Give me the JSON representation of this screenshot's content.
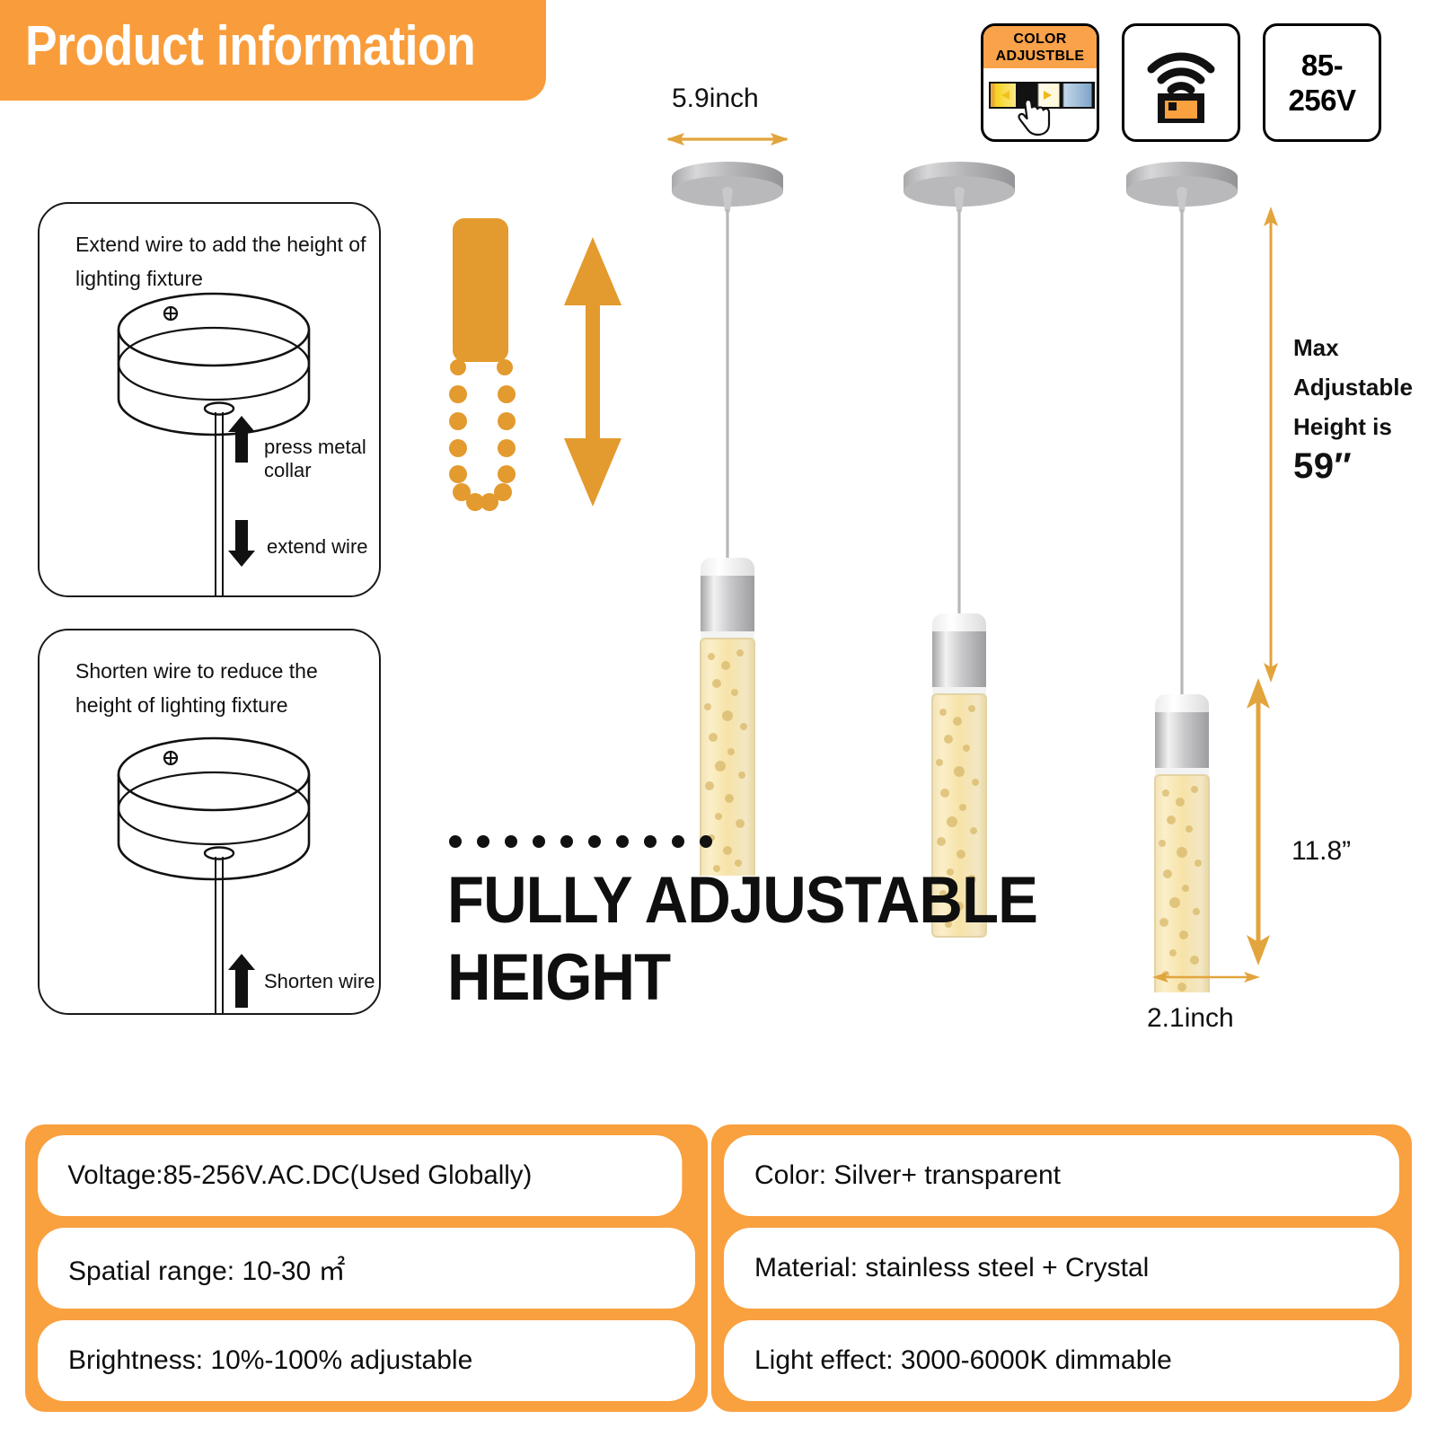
{
  "header": {
    "title": "Product information",
    "bg_color": "#F99D3C"
  },
  "badges": [
    {
      "name": "color-adjustable",
      "line1": "COLOR",
      "line2": "ADJUSTBLE"
    },
    {
      "name": "wireless-remote",
      "label": "wireless-remote-icon"
    },
    {
      "name": "voltage",
      "line1": "85-",
      "line2": "256V"
    }
  ],
  "instructions": [
    {
      "caption": "Extend wire to add the height of lighting fixture",
      "label_up": "press metal collar",
      "label_down": "extend wire"
    },
    {
      "caption": "Shorten wire to reduce the height of lighting fixture",
      "label_up": "Shorten wire"
    }
  ],
  "dimensions": {
    "canopy_width": "5.9inch",
    "max_height_line1": "Max",
    "max_height_line2": "Adjustable",
    "max_height_line3": "Height is",
    "max_height_value": "59″",
    "fixture_height": "11.8”",
    "fixture_width": "2.1inch"
  },
  "headline": {
    "line1": "FULLY ADJUSTABLE",
    "line2": "HEIGHT",
    "dot_count": 10
  },
  "specs": {
    "left": [
      "Voltage:85-256V.AC.DC(Used Globally)",
      "Spatial range: 10-30 ㎡",
      "Brightness: 10%-100% adjustable"
    ],
    "right": [
      "Color: Silver+ transparent",
      "Material: stainless steel + Crystal",
      "Light effect: 3000-6000K dimmable"
    ]
  },
  "colors": {
    "orange": "#F9A03F",
    "header_orange": "#F99D3C",
    "arrow_orange": "#E79A2B",
    "dim_arrow": "#E2A43C",
    "black": "#111111"
  }
}
